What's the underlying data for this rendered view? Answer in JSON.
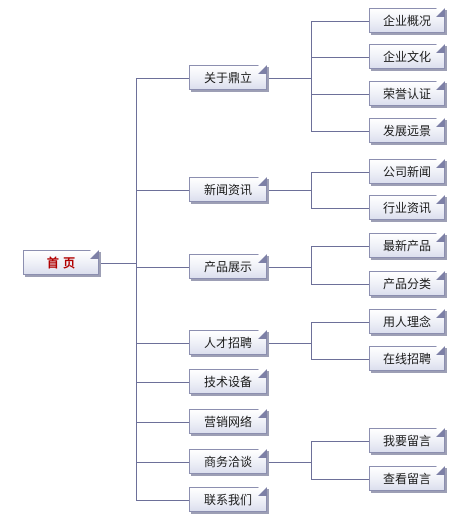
{
  "root": {
    "label": "首 页"
  },
  "sections": [
    {
      "id": "about",
      "label": "关于鼎立",
      "children": [
        "企业概况",
        "企业文化",
        "荣誉认证",
        "发展远景"
      ]
    },
    {
      "id": "news",
      "label": "新闻资讯",
      "children": [
        "公司新闻",
        "行业资讯"
      ]
    },
    {
      "id": "products",
      "label": "产品展示",
      "children": [
        "最新产品",
        "产品分类"
      ]
    },
    {
      "id": "jobs",
      "label": "人才招聘",
      "children": [
        "用人理念",
        "在线招聘"
      ]
    },
    {
      "id": "tech",
      "label": "技术设备",
      "children": []
    },
    {
      "id": "marketing",
      "label": "营销网络",
      "children": []
    },
    {
      "id": "business",
      "label": "商务洽谈",
      "children": [
        "我要留言",
        "查看留言"
      ]
    },
    {
      "id": "contact",
      "label": "联系我们",
      "children": []
    }
  ],
  "colors": {
    "line": "#6d7099",
    "border": "#8c8fb0",
    "root_text": "#b10000"
  }
}
